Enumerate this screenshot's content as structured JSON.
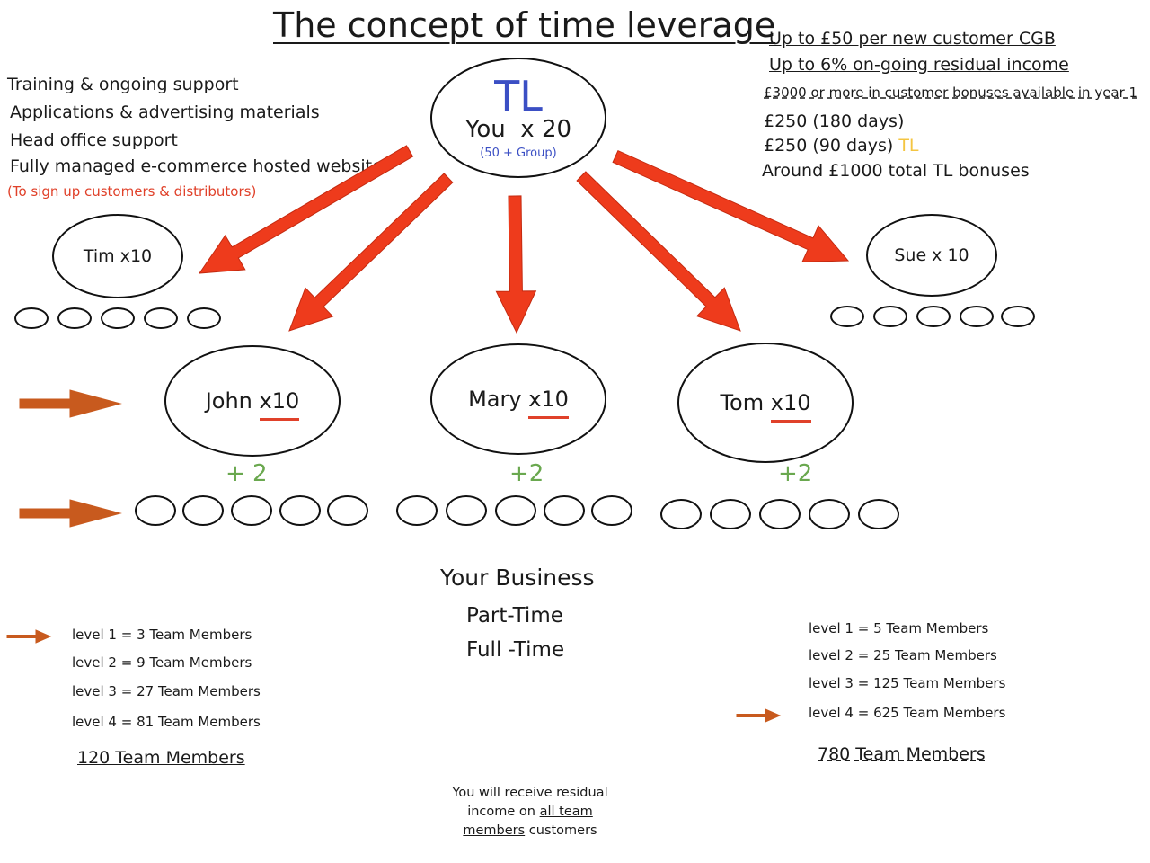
{
  "title": "The concept of time leverage",
  "left_benefits": [
    "Training & ongoing support",
    "Applications & advertising materials",
    "Head office support",
    "Fully managed e-commerce hosted website"
  ],
  "left_note": "(To sign up customers & distributors)",
  "right_info": {
    "cgb": "Up to £50 per new customer CGB",
    "residual": "Up to 6% on-going residual income",
    "bonuses": "£3000 or more in customer bonuses available  in year 1",
    "bonus_180_days": "£250 (180 days)",
    "bonus_90_days": "£250 (90 days)",
    "bonus_90_days_tag": "TL",
    "total_tl": "Around £1000 total TL bonuses"
  },
  "top_node": {
    "tag": "TL",
    "label": "You  x 20",
    "sub": "(50 + Group)"
  },
  "nodes": {
    "tim": "Tim x10",
    "sue": "Sue x 10",
    "john_name": "John",
    "mary_name": "Mary",
    "tom_name": "Tom",
    "multiplier": "x10"
  },
  "plus_labels": [
    "+ 2",
    "+2",
    "+2"
  ],
  "business": {
    "heading": "Your Business",
    "part_time": "Part-Time",
    "full_time": "Full -Time"
  },
  "left_levels": [
    "level 1 = 3 Team Members",
    "level 2 = 9 Team Members",
    "level 3 = 27 Team Members",
    "level 4 = 81 Team Members"
  ],
  "left_total": "120 Team Members",
  "right_levels": [
    "level 1 = 5 Team Members",
    "level 2 = 25 Team Members",
    "level 3 = 125 Team Members",
    "level 4 = 625 Team Members"
  ],
  "right_total": "780 Team Members",
  "footnote": {
    "part1": "You will receive residual income on ",
    "underlined": "all team members",
    "part2": " customers"
  },
  "colors": {
    "arrow_red": "#ee3b1c",
    "arrow_orange": "#c85a1e",
    "tl_blue": "#3b4fc4",
    "tl_yellow": "#f4c542",
    "plus_green": "#6aa84f",
    "note_red": "#e0412a"
  }
}
